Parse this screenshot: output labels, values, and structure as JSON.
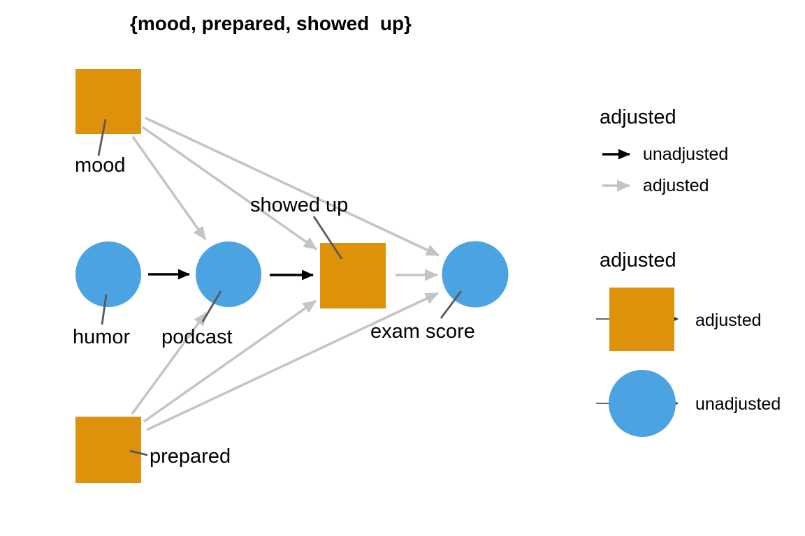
{
  "title": "{mood, prepared, showed  up}",
  "colors": {
    "adjusted_node": "#DE920B",
    "unadjusted_node": "#4BA3E2",
    "adjusted_edge": "#C4C4C4",
    "unadjusted_edge": "#000000",
    "label_connector": "#595959",
    "background": "#FFFFFF"
  },
  "graph": {
    "nodes": [
      {
        "id": "mood",
        "label": "mood",
        "shape": "square",
        "status": "adjusted"
      },
      {
        "id": "humor",
        "label": "humor",
        "shape": "circle",
        "status": "unadjusted"
      },
      {
        "id": "podcast",
        "label": "podcast",
        "shape": "circle",
        "status": "unadjusted"
      },
      {
        "id": "showed_up",
        "label": "showed up",
        "shape": "square",
        "status": "adjusted"
      },
      {
        "id": "exam_score",
        "label": "exam score",
        "shape": "circle",
        "status": "unadjusted"
      },
      {
        "id": "prepared",
        "label": "prepared",
        "shape": "square",
        "status": "adjusted"
      }
    ],
    "edges": [
      {
        "from": "humor",
        "to": "podcast",
        "status": "unadjusted"
      },
      {
        "from": "podcast",
        "to": "showed_up",
        "status": "unadjusted"
      },
      {
        "from": "mood",
        "to": "podcast",
        "status": "adjusted"
      },
      {
        "from": "mood",
        "to": "showed_up",
        "status": "adjusted"
      },
      {
        "from": "mood",
        "to": "exam_score",
        "status": "adjusted"
      },
      {
        "from": "prepared",
        "to": "podcast",
        "status": "adjusted"
      },
      {
        "from": "prepared",
        "to": "showed_up",
        "status": "adjusted"
      },
      {
        "from": "prepared",
        "to": "exam_score",
        "status": "adjusted"
      },
      {
        "from": "showed_up",
        "to": "exam_score",
        "status": "adjusted"
      }
    ]
  },
  "legend_edges": {
    "title": "adjusted",
    "items": [
      {
        "label": "unadjusted",
        "style": "black-arrow"
      },
      {
        "label": "adjusted",
        "style": "gray-arrow"
      }
    ]
  },
  "legend_nodes": {
    "title": "adjusted",
    "items": [
      {
        "label": "adjusted",
        "style": "orange-square"
      },
      {
        "label": "unadjusted",
        "style": "blue-circle"
      }
    ]
  }
}
